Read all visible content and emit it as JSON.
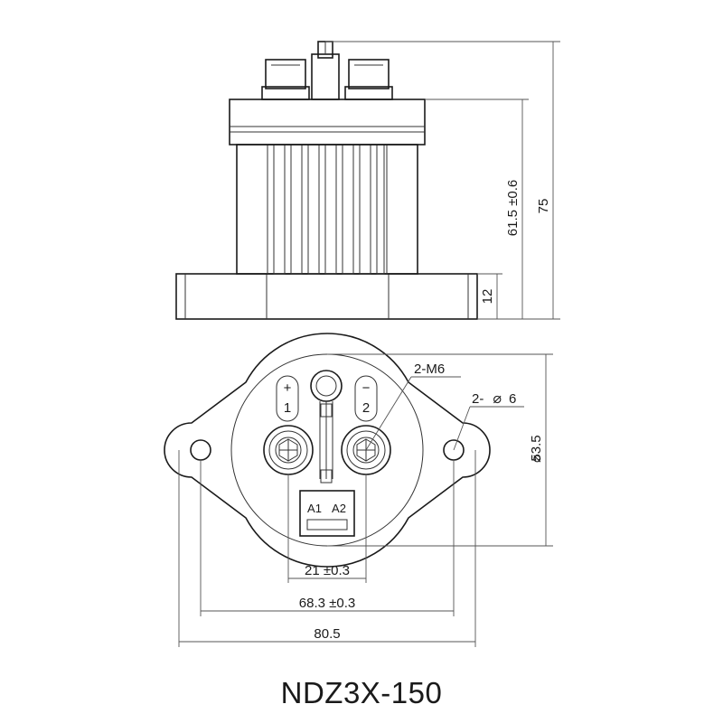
{
  "title": "NDZ3X-150",
  "side_view": {
    "dim_total_height": "75",
    "dim_body_height": "61.5 ±0.6",
    "dim_flange_height": "12"
  },
  "top_view": {
    "label_thread": "2-M6",
    "label_hole": "2-",
    "label_hole_dia": "6",
    "dim_body_dia_symbol": "⌀",
    "dim_body_dia": "53.5",
    "dim_terminal_spacing": "21 ±0.3",
    "dim_hole_spacing": "68.3 ±0.3",
    "dim_flange_width": "80.5",
    "terminal_plus": "+",
    "terminal_1": "1",
    "terminal_minus": "−",
    "terminal_2": "2",
    "coil_a1": "A1",
    "coil_a2": "A2"
  }
}
